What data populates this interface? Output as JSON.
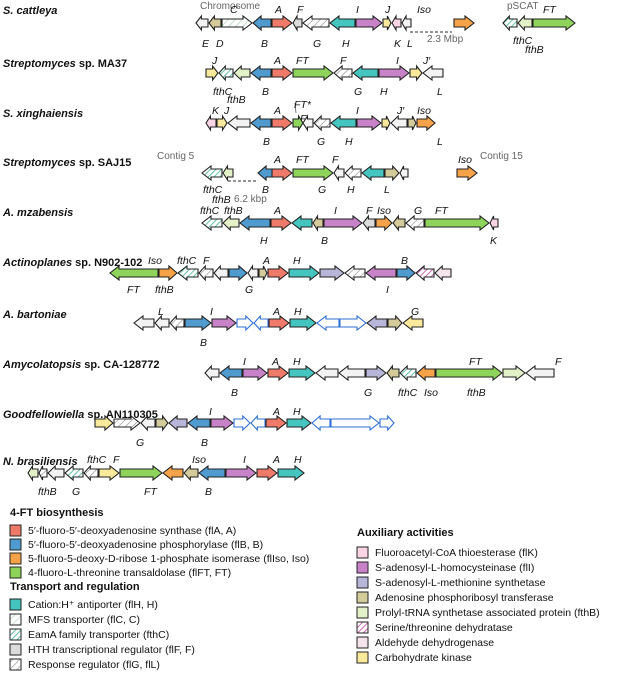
{
  "colors": {
    "A": "#f07a6a",
    "B": "#4f9bcf",
    "Iso": "#f6a248",
    "FT": "#8ed45a",
    "H": "#45c5bf",
    "C": "#d8f0df",
    "fthC": "#8fd8bd",
    "F": "#dcdcdc",
    "G": "#f3f3f3",
    "K": "#f9d4e4",
    "I": "#c882c8",
    "J": "#b7b6d8",
    "D": "#d3cb9a",
    "fthB": "#e2f1c8",
    "serdh": "#e7b9d8",
    "ald": "#f6e4ec",
    "carb": "#f9e99b",
    "blue": "#ffffff",
    "grey": "#f3f3f3"
  },
  "organisms": [
    {
      "bold": "S. cattleya",
      "rest": ""
    },
    {
      "bold": "Streptomyces",
      "rest": " sp. MA37"
    },
    {
      "bold": "S. xinghaiensis",
      "rest": ""
    },
    {
      "bold": "Streptomyces",
      "rest": " sp. SAJ15"
    },
    {
      "bold": "A. mzabensis",
      "rest": ""
    },
    {
      "bold": "Actinoplanes",
      "rest": " sp. N902-102"
    },
    {
      "bold": "A. bartoniae",
      "rest": ""
    },
    {
      "bold": "Amycolatopsis",
      "rest": " sp. CA-128772"
    },
    {
      "bold": "Goodfellowiella",
      "rest": " sp. AN110305"
    },
    {
      "bold": "N. brasiliensis",
      "rest": ""
    }
  ],
  "notes": {
    "chromosome": "Chromosome",
    "pscat": "pSCAT",
    "mbp": "2.3 Mbp",
    "contig5": "Contig 5",
    "contig15": "Contig 15",
    "kbp": "6.2 kbp"
  },
  "legend": {
    "biosynthesis_title": "4-FT biosynthesis",
    "biosynthesis": [
      {
        "key": "A",
        "label": "5′-fluoro-5′-deoxyadenosine synthase (flA, A)"
      },
      {
        "key": "B",
        "label": "5′-fluoro-5′-deoxyadenosine phosphorylase (flB, B)"
      },
      {
        "key": "Iso",
        "label": "5-fluoro-5-deoxy-D-ribose 1-phosphate isomerase (flIso, Iso)"
      },
      {
        "key": "FT",
        "label": "4-fluoro-L-threonine transaldolase (flFT, FT)"
      }
    ],
    "transport_title": "Transport and regulation",
    "transport": [
      {
        "key": "H",
        "label": "Cation:H⁺ antiporter (flH, H)"
      },
      {
        "key": "C",
        "label": "MFS transporter (flC, C)"
      },
      {
        "key": "fthC",
        "label": "EamA family transporter (fthC)"
      },
      {
        "key": "F",
        "label": "HTH transcriptional regulator (flF, F)"
      },
      {
        "key": "G",
        "label": "Response regulator (flG, flL)"
      }
    ],
    "auxiliary_title": "Auxiliary activities",
    "auxiliary": [
      {
        "key": "K",
        "label": "Fluoroacetyl-CoA thioesterase (flK)"
      },
      {
        "key": "I",
        "label": "S-adenosyl-L-homocysteinase (flI)"
      },
      {
        "key": "J",
        "label": "S-adenosyl-L-methionine synthetase"
      },
      {
        "key": "D",
        "label": "Adenosine phosphoribosyl transferase"
      },
      {
        "key": "fthB",
        "label": "Prolyl-tRNA synthetase associated protein (fthB)"
      },
      {
        "key": "serdh",
        "label": "Serine/threonine dehydratase"
      },
      {
        "key": "ald",
        "label": "Aldehyde dehydrogenase"
      },
      {
        "key": "carb",
        "label": "Carbohydrate kinase"
      }
    ]
  }
}
